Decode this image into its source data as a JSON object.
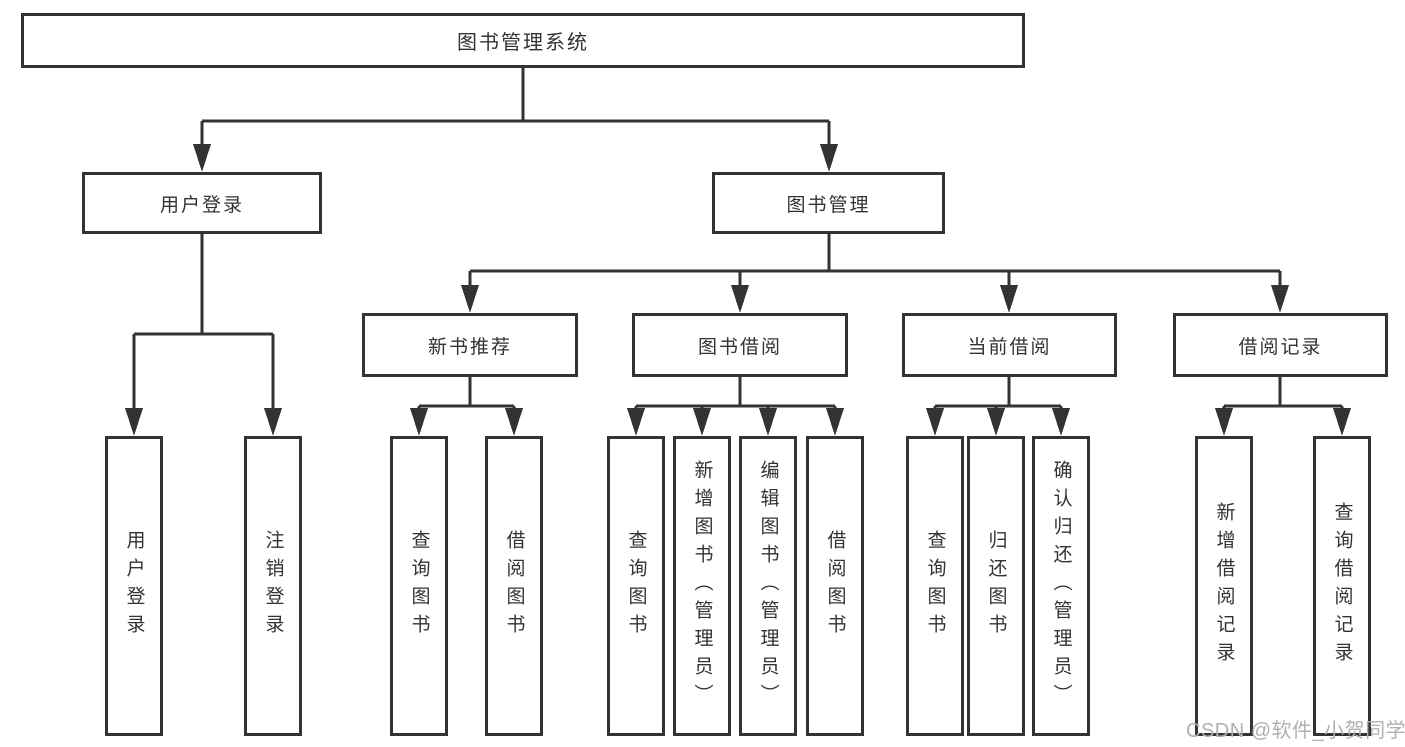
{
  "tree": {
    "label": "图书管理系统",
    "children": [
      {
        "label": "用户登录",
        "children": [
          {
            "label": "用户登录"
          },
          {
            "label": "注销登录"
          }
        ]
      },
      {
        "label": "图书管理",
        "children": [
          {
            "label": "新书推荐",
            "children": [
              {
                "label": "查询图书"
              },
              {
                "label": "借阅图书"
              }
            ]
          },
          {
            "label": "图书借阅",
            "children": [
              {
                "label": "查询图书"
              },
              {
                "label": "新增图书（管理员）"
              },
              {
                "label": "编辑图书（管理员）"
              },
              {
                "label": "借阅图书"
              }
            ]
          },
          {
            "label": "当前借阅",
            "children": [
              {
                "label": "查询图书"
              },
              {
                "label": "归还图书"
              },
              {
                "label": "确认归还（管理员）"
              }
            ]
          },
          {
            "label": "借阅记录",
            "children": [
              {
                "label": "新增借阅记录"
              },
              {
                "label": "查询借阅记录"
              }
            ]
          }
        ]
      }
    ]
  },
  "watermark": {
    "text": "CSDN @软件_小贺同学"
  },
  "colors": {
    "line": "#333333",
    "text": "#333333",
    "box_fill": "#ffffff",
    "background": "#ffffff",
    "watermark": "#b0b0b0"
  }
}
